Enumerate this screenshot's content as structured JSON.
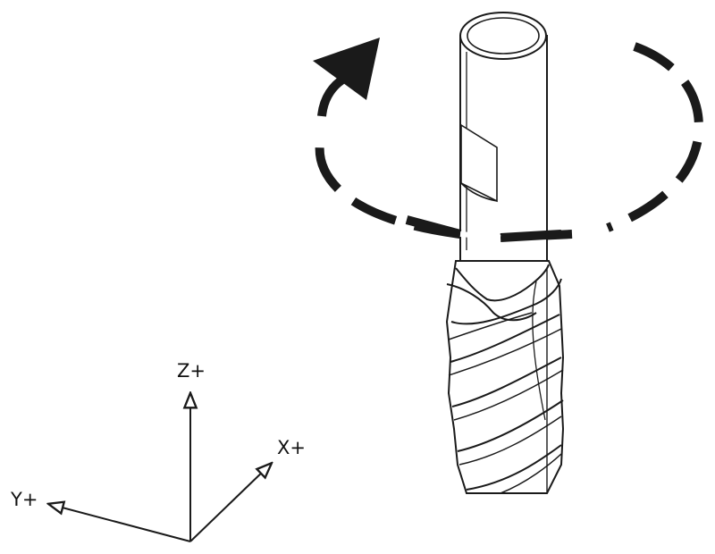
{
  "axes": {
    "z_label": "Z+",
    "x_label": "X+",
    "y_label": "Y+"
  },
  "colors": {
    "stroke": "#1a1a1a",
    "background": "#ffffff"
  }
}
